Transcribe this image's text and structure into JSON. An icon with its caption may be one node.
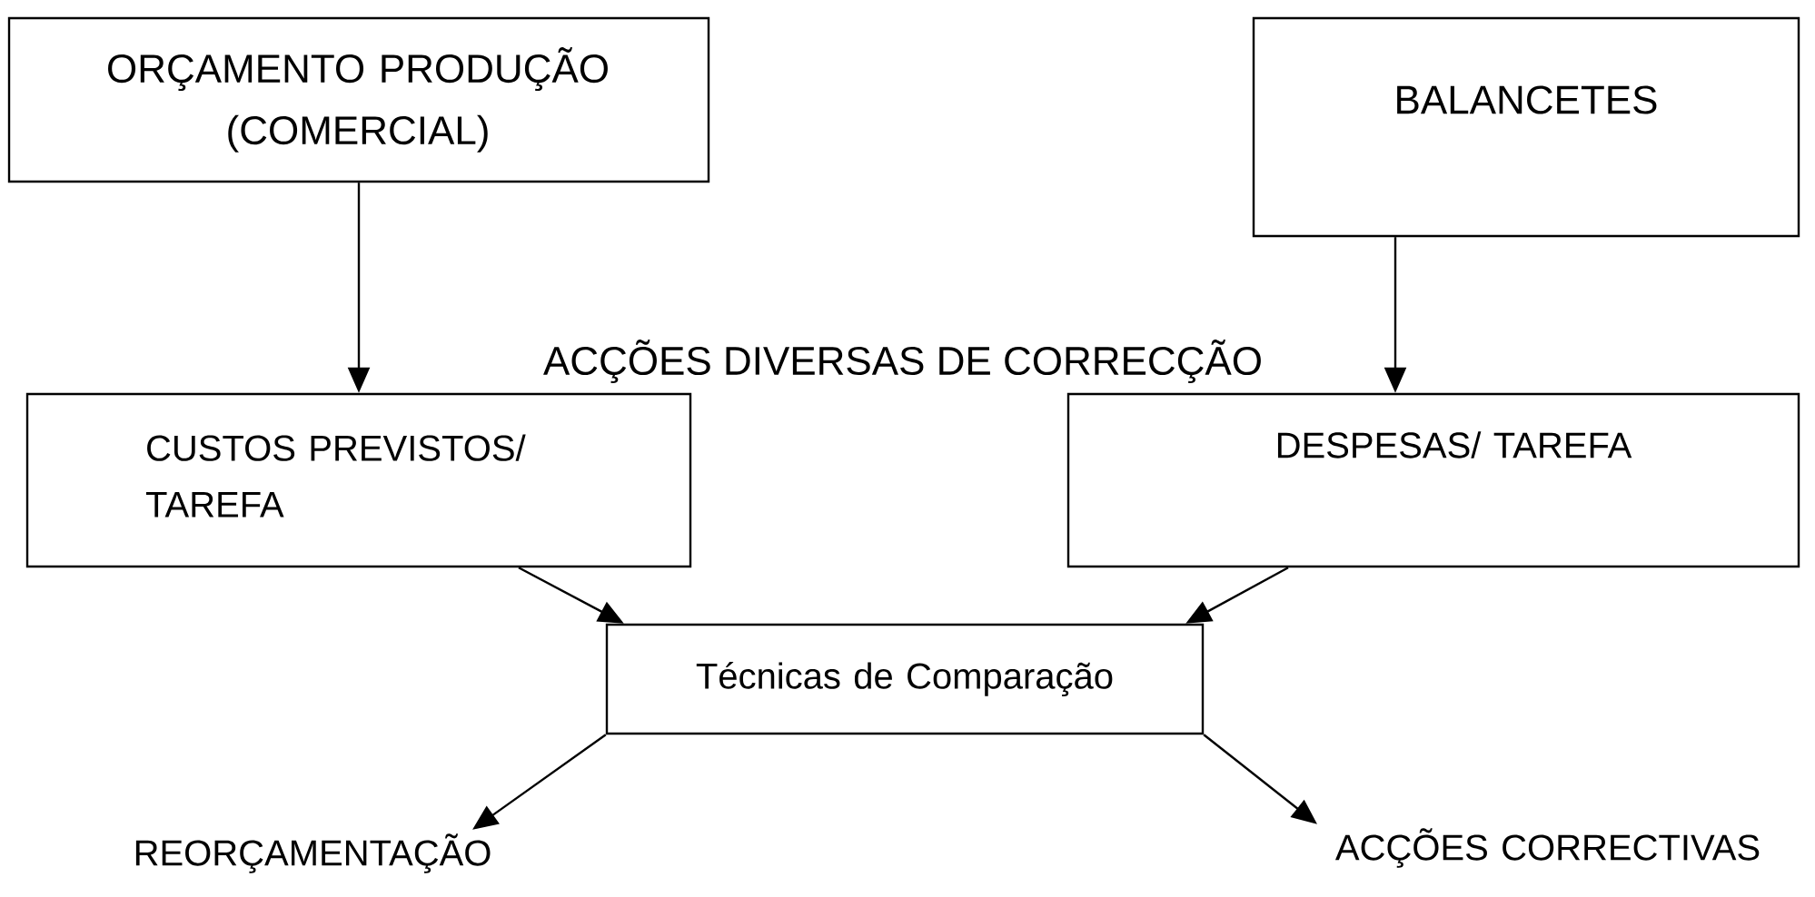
{
  "diagram": {
    "nodes": [
      {
        "text": [
          "ORÇAMENTO PRODUÇÃO (COMERCIAL)"
        ]
      },
      {
        "text": [
          "BALANCETES"
        ]
      },
      {
        "text": [
          "CUSTOS PREVISTOS/ TAREFA"
        ]
      },
      {
        "text": [
          "DESPESAS/ TAREFA"
        ]
      },
      {
        "text": [
          "Técnicas de Comparação"
        ]
      },
      {
        "text": [
          "REORÇAMENTAÇÃO"
        ]
      },
      {
        "text": [
          "ACÇÕES CORRECTIVAS"
        ]
      }
    ],
    "edges": [
      {
        "from": 0,
        "to": 2,
        "arrow": "to"
      },
      {
        "from": 1,
        "to": 3,
        "arrow": "to"
      },
      {
        "from": 2,
        "to": 4,
        "arrow": "to"
      },
      {
        "from": 3,
        "to": 4,
        "arrow": "to"
      },
      {
        "from": 4,
        "to": 5,
        "arrow": "to"
      },
      {
        "from": 4,
        "to": 6,
        "arrow": "to"
      }
    ],
    "labels": [
      "ACÇÕES DIVERSAS DE CORRECÇÃO"
    ]
  }
}
